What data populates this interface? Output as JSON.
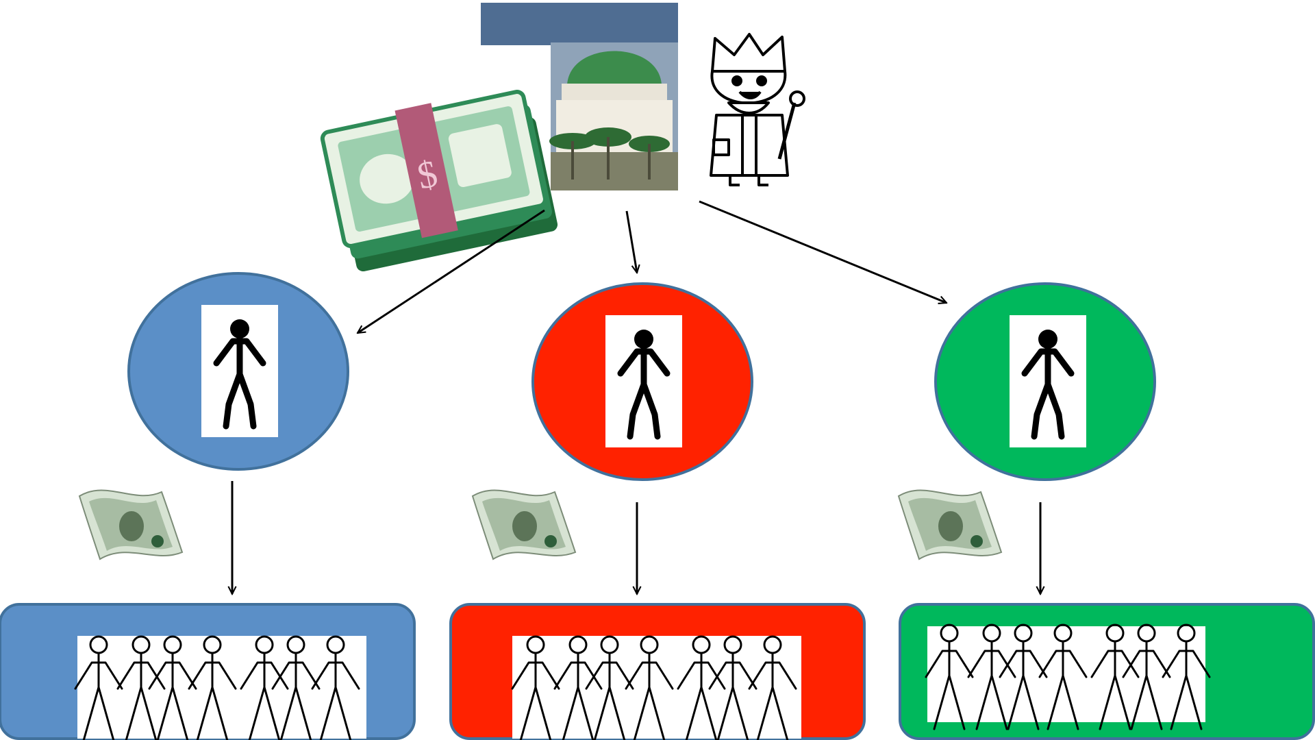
{
  "colors": {
    "blue": "#5B8FC7",
    "red": "#FF2200",
    "green": "#00B85C",
    "border": "#41719C",
    "arrow": "#000000",
    "bill_green": "#2E8B57",
    "bill_band": "#B25A78",
    "dome_green": "#3C8C4C",
    "sky": "#4F6D92"
  },
  "icons": {
    "source_money": "money-stack-icon",
    "source_building": "parliament-building-icon",
    "source_king": "king-icon",
    "leader": "stick-figure-icon",
    "transfer": "dollar-bill-icon",
    "group": "crowd-of-stick-figures-icon",
    "flow": "arrow-icon"
  },
  "groups": [
    {
      "color": "blue"
    },
    {
      "color": "red"
    },
    {
      "color": "green"
    }
  ]
}
